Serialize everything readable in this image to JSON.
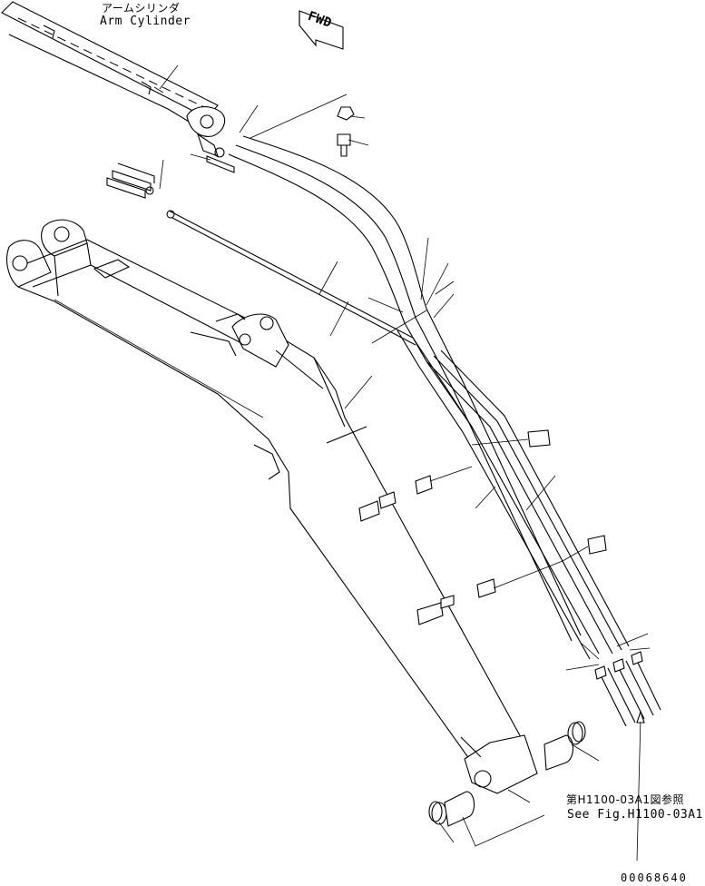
{
  "labels": {
    "arm_cylinder_jp": "アームシリンダ",
    "arm_cylinder_en": "Arm Cylinder",
    "fwd": "FWD",
    "ref_jp": "第H1100-03A1図参照",
    "ref_en": "See Fig.H1100-03A1",
    "part_number": "00068640"
  }
}
